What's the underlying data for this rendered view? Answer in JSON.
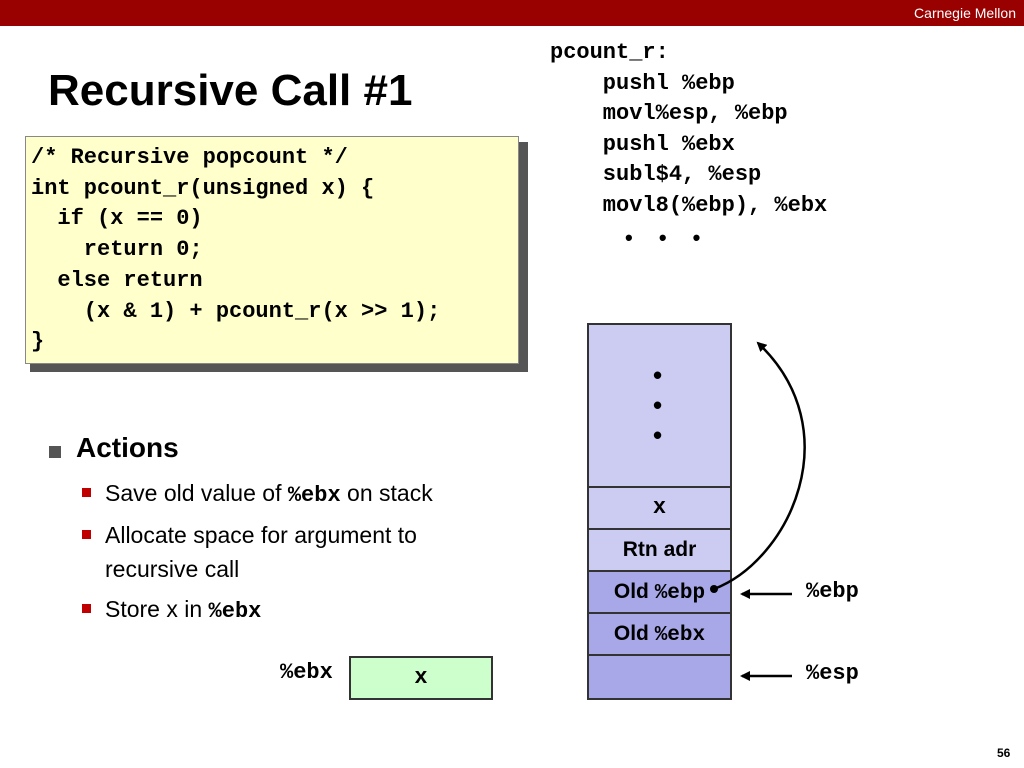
{
  "header": {
    "brand": "Carnegie Mellon"
  },
  "slide": {
    "title": "Recursive Call #1",
    "page_number": "56"
  },
  "code": {
    "lines": [
      "/* Recursive popcount */",
      "int pcount_r(unsigned x) {",
      "  if (x == 0)",
      "    return 0;",
      "  else return",
      "    (x & 1) + pcount_r(x >> 1);",
      "}"
    ]
  },
  "assembly": {
    "lines": [
      "pcount_r:",
      "    pushl %ebp",
      "    movl%esp, %ebp",
      "    pushl %ebx",
      "    subl$4, %esp",
      "    movl8(%ebp), %ebx"
    ],
    "ellipsis": "• • •"
  },
  "actions": {
    "heading": "Actions",
    "items": [
      {
        "before": "Save old value of ",
        "reg": "%ebx",
        "after": " on stack"
      },
      {
        "line1": "Allocate space for argument to",
        "line2": "recursive call"
      },
      {
        "before": "Store x in ",
        "reg": "%ebx"
      }
    ]
  },
  "register_box": {
    "label": "%ebx",
    "value": "x"
  },
  "stack": {
    "ellipsis_dot": "•",
    "cells": {
      "x": "x",
      "rtn": "Rtn adr",
      "old_ebp_word": "Old ",
      "old_ebp_reg": "%ebp",
      "old_ebx_word": "Old ",
      "old_ebx_reg": "%ebx"
    },
    "pointers": {
      "ebp": "%ebp",
      "esp": "%esp"
    }
  }
}
